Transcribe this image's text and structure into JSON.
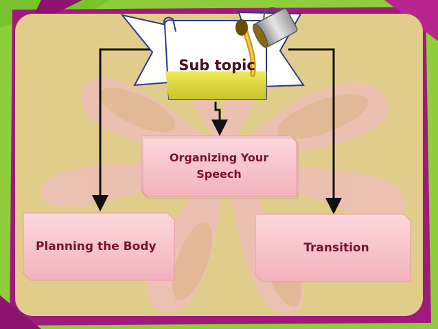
{
  "slide": {
    "title": "Sub topic",
    "center_node": {
      "label": "Organizing Your Speech"
    },
    "left_node": {
      "label": "Planning the Body"
    },
    "right_node": {
      "label": "Transition"
    }
  },
  "theme": {
    "frame_color": "#a01a7d",
    "panel_color": "#e0cd8c",
    "box_fill": "#f8c7cd",
    "box_text_color": "#7a1030",
    "arrow_color": "#111111",
    "banner_liquid": "#e4e03a"
  },
  "icons": [
    "ribbon-banner-icon",
    "paint-bucket-icon"
  ]
}
